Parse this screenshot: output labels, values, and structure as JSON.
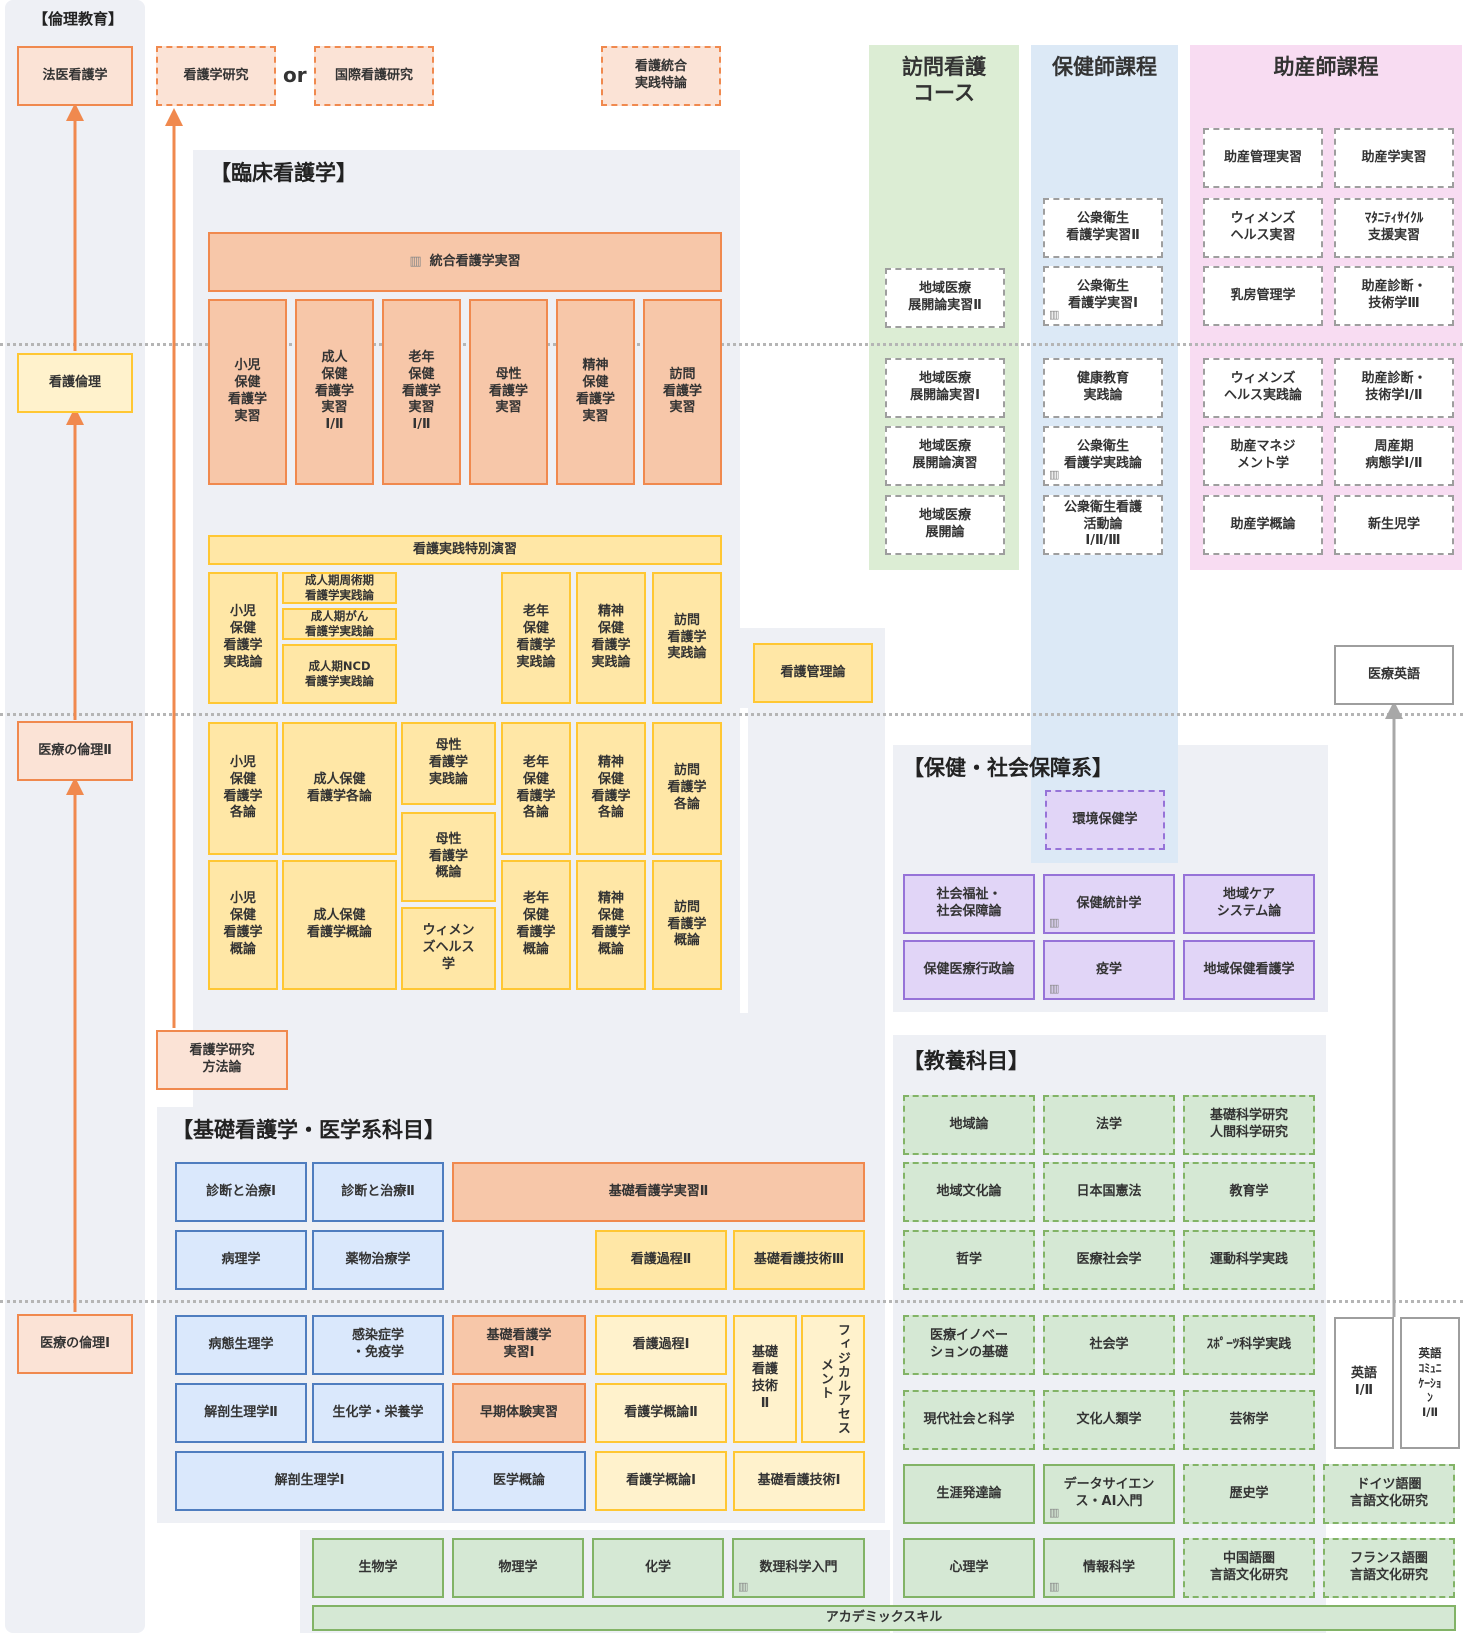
{
  "headings": {
    "ethics": "【倫理教育】",
    "clinical": "【臨床看護学】",
    "basic": "【基礎看護学・医学系科目】",
    "health": "【保健・社会保障系】",
    "liberal": "【教養科目】",
    "or_text": "or"
  },
  "course_columns": {
    "home": "訪問看護\nコース",
    "phn": "保健師課程",
    "midwife": "助産師課程"
  },
  "colors": {
    "orange": "#f0894e",
    "yellow": "#ffc733",
    "blue": "#4f7dbf",
    "green": "#82b366",
    "purple": "#9673d8",
    "gray": "#9e9e9e"
  },
  "ethics": {
    "forensic": "法医看護学",
    "nursing_ethics": "看護倫理",
    "med_ethics_2": "医療の倫理Ⅱ",
    "med_ethics_1": "医療の倫理Ⅰ"
  },
  "top": {
    "research": "看護学研究",
    "intl_research": "国際看護研究",
    "integrated_special": "看護統合\n実践特論"
  },
  "clinical": {
    "integrated_practice": "統合看護学実習",
    "practices": [
      "小児\n保健\n看護学\n実習",
      "成人\n保健\n看護学\n実習\nⅠ/Ⅱ",
      "老年\n保健\n看護学\n実習\nⅠ/Ⅱ",
      "母性\n看護学\n実習",
      "精神\n保健\n看護学\n実習",
      "訪問\n看護学\n実習"
    ],
    "special_exercise": "看護実践特別演習",
    "child_practice_theory": "小児\n保健\n看護学\n実践論",
    "adult_periop": "成人期周術期\n看護学実践論",
    "adult_cancer": "成人期がん\n看護学実践論",
    "adult_ncd": "成人期NCD\n看護学実践論",
    "elder_practice_theory": "老年\n保健\n看護学\n実践論",
    "mental_practice_theory": "精神\n保健\n看護学\n実践論",
    "home_practice_theory": "訪問\n看護学\n実践論",
    "nursing_management": "看護管理論",
    "child_each": "小児\n保健\n看護学\n各論",
    "adult_each": "成人保健\n看護学各論",
    "maternal_practice_theory": "母性\n看護学\n実践論",
    "maternal_intro": "母性\n看護学\n概論",
    "elder_each": "老年\n保健\n看護学\n各論",
    "mental_each": "精神\n保健\n看護学\n各論",
    "home_each": "訪問\n看護学\n各論",
    "child_intro": "小児\n保健\n看護学\n概論",
    "adult_intro": "成人保健\n看護学概論",
    "womens_health": "ウィメン\nズヘルス\n学",
    "elder_intro": "老年\n保健\n看護学\n概論",
    "mental_intro": "精神\n保健\n看護学\n概論",
    "home_intro": "訪問\n看護学\n概論",
    "research_methods": "看護学研究\n方法論"
  },
  "home_course": {
    "c1": "地域医療\n展開論実習Ⅱ",
    "c2": "地域医療\n展開論実習Ⅰ",
    "c3": "地域医療\n展開論演習",
    "c4": "地域医療\n展開論"
  },
  "phn_course": {
    "c1": "公衆衛生\n看護学実習Ⅱ",
    "c2": "公衆衛生\n看護学実習Ⅰ",
    "c3": "健康教育\n実践論",
    "c4": "公衆衛生\n看護学実践論",
    "c5": "公衆衛生看護\n活動論\nⅠ/Ⅱ/Ⅲ",
    "c6": "環境保健学"
  },
  "midwife_course": {
    "c1": "助産管理実習",
    "c2": "助産学実習",
    "c3": "ウィメンズ\nヘルス実習",
    "c4": "ﾏﾀﾆﾃｨｻｲｸﾙ\n支援実習",
    "c5": "乳房管理学",
    "c6": "助産診断・\n技術学Ⅲ",
    "c7": "ウィメンズ\nヘルス実践論",
    "c8": "助産診断・\n技術学Ⅰ/Ⅱ",
    "c9": "助産マネジ\nメント学",
    "c10": "周産期\n病態学Ⅰ/Ⅱ",
    "c11": "助産学概論",
    "c12": "新生児学"
  },
  "health": {
    "welfare": "社会福祉・\n社会保障論",
    "statistics": "保健統計学",
    "community_care": "地域ケア\nシステム論",
    "admin": "保健医療行政論",
    "epidemiology": "疫学",
    "community_nursing": "地域保健看護学"
  },
  "basic": {
    "diag1": "診断と治療Ⅰ",
    "diag2": "診断と治療Ⅱ",
    "fund_practice2": "基礎看護学実習Ⅱ",
    "pathology": "病理学",
    "pharma": "薬物治療学",
    "process2": "看護過程Ⅱ",
    "tech3": "基礎看護技術Ⅲ",
    "pathophys": "病態生理学",
    "infection": "感染症学\n・免疫学",
    "fund_practice1": "基礎看護学\n実習Ⅰ",
    "process1": "看護過程Ⅰ",
    "tech2": "基礎\n看護\n技術\nⅡ",
    "physical": "フィジカルアセスメント",
    "anatomy2": "解剖生理学Ⅱ",
    "biochem": "生化学・栄養学",
    "early_exp": "早期体験実習",
    "intro2": "看護学概論Ⅱ",
    "anatomy1": "解剖生理学Ⅰ",
    "med_intro": "医学概論",
    "intro1": "看護学概論Ⅰ",
    "tech1": "基礎看護技術Ⅰ"
  },
  "liberal": {
    "l1": "地域論",
    "l2": "法学",
    "l3": "基礎科学研究\n人間科学研究",
    "l4": "地域文化論",
    "l5": "日本国憲法",
    "l6": "教育学",
    "l7": "哲学",
    "l8": "医療社会学",
    "l9": "運動科学実践",
    "l10": "医療イノベー\nションの基礎",
    "l11": "社会学",
    "l12": "ｽﾎﾟｰﾂ科学実践",
    "l13": "現代社会と科学",
    "l14": "文化人類学",
    "l15": "芸術学",
    "l16": "生涯発達論",
    "l17": "データサイエン\nス・AI入門",
    "l18": "歴史学",
    "l19": "ドイツ語圏\n言語文化研究",
    "l20": "心理学",
    "l21": "情報科学",
    "l22": "中国語圏\n言語文化研究",
    "l23": "フランス語圏\n言語文化研究"
  },
  "english": {
    "medical": "医療英語",
    "eng12": "英語\nⅠ/Ⅱ",
    "comm": "英語\nｺﾐｭﾆ\nｹｰｼｮ\nﾝ\nⅠ/Ⅱ"
  },
  "science": {
    "bio": "生物学",
    "phys": "物理学",
    "chem": "化学",
    "math": "数理科学入門",
    "academic": "アカデミックスキル"
  }
}
